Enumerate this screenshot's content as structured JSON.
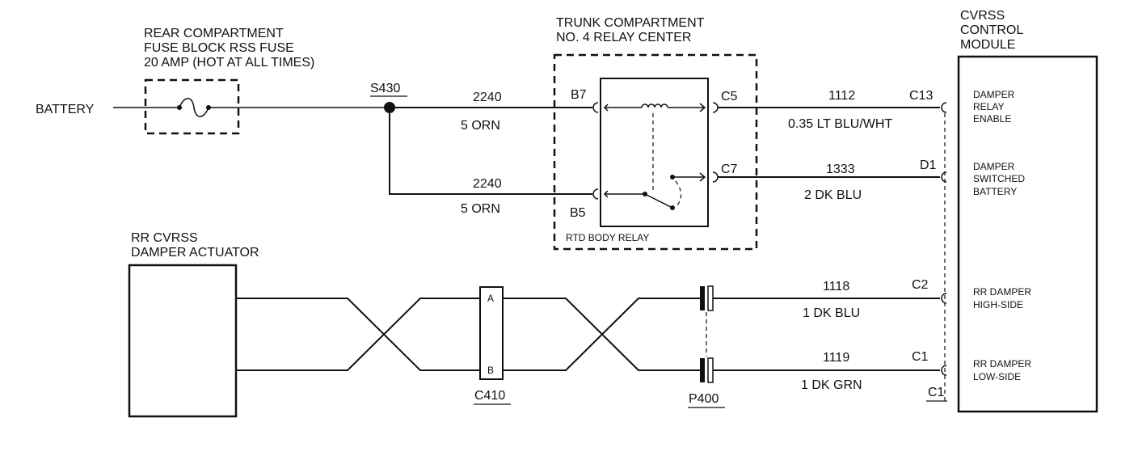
{
  "fuse": {
    "line1": "REAR COMPARTMENT",
    "line2": "FUSE BLOCK RSS FUSE",
    "line3": "20 AMP (HOT AT ALL TIMES)"
  },
  "battery": "BATTERY",
  "splice": "S430",
  "relay_center": {
    "line1": "TRUNK COMPARTMENT",
    "line2": "NO. 4 RELAY CENTER",
    "relay_label": "RTD BODY RELAY",
    "pins": {
      "b7": "B7",
      "b5": "B5",
      "c5": "C5",
      "c7": "C7"
    }
  },
  "wires": {
    "w2240_top": {
      "circuit": "2240",
      "desc": "5 ORN"
    },
    "w2240_bot": {
      "circuit": "2240",
      "desc": "5 ORN"
    },
    "w1112": {
      "circuit": "1112",
      "desc": "0.35 LT BLU/WHT"
    },
    "w1333": {
      "circuit": "1333",
      "desc": "2 DK BLU"
    },
    "w1118": {
      "circuit": "1118",
      "desc": "1 DK BLU"
    },
    "w1119": {
      "circuit": "1119",
      "desc": "1 DK GRN"
    }
  },
  "module": {
    "line1": "CVRSS",
    "line2": "CONTROL",
    "line3": "MODULE",
    "pins": {
      "c13": "C13",
      "d1": "D1",
      "c2": "C2",
      "c1": "C1",
      "c1_conn": "C1"
    },
    "inputs": {
      "relay_enable": [
        "DAMPER",
        "RELAY",
        "ENABLE"
      ],
      "switched_battery": [
        "DAMPER",
        "SWITCHED",
        "BATTERY"
      ],
      "high_side": [
        "RR DAMPER",
        "HIGH-SIDE"
      ],
      "low_side": [
        "RR DAMPER",
        "LOW-SIDE"
      ]
    }
  },
  "actuator": {
    "line1": "RR CVRSS",
    "line2": "DAMPER ACTUATOR"
  },
  "connectors": {
    "c410": "C410",
    "c410_a": "A",
    "c410_b": "B",
    "p400": "P400"
  }
}
